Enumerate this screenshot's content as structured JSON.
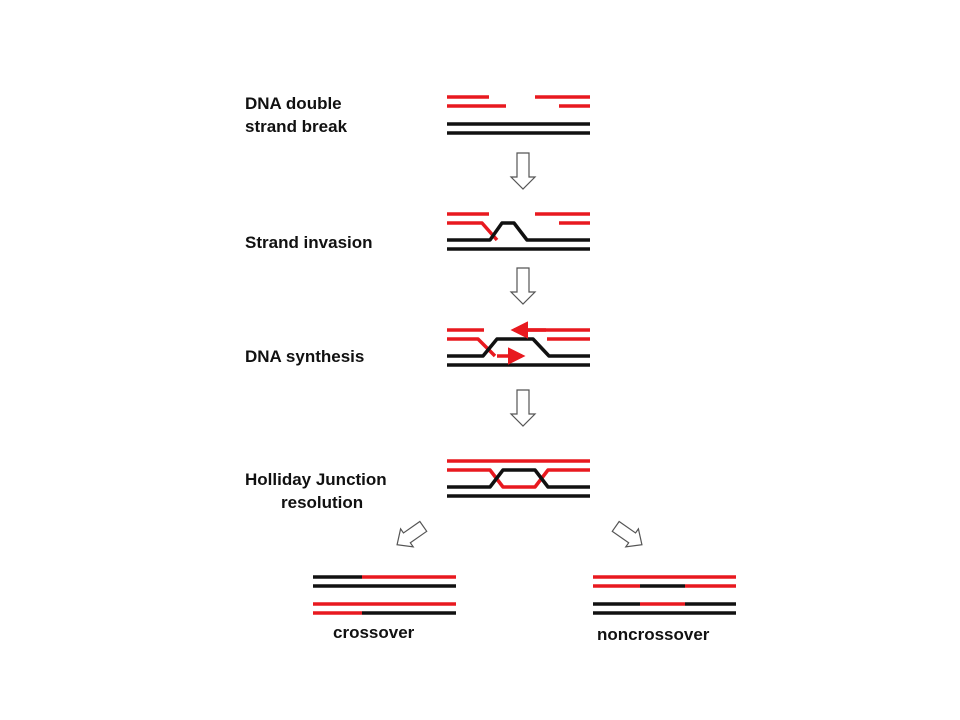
{
  "colors": {
    "red_strand": "#e8191f",
    "black_strand": "#111111",
    "arrow_outline": "#555555",
    "background": "#ffffff"
  },
  "steps": [
    {
      "id": "dsb",
      "line1": "DNA double",
      "line2": "strand break"
    },
    {
      "id": "invasion",
      "line1": "Strand invasion"
    },
    {
      "id": "synthesis",
      "line1": "DNA synthesis"
    },
    {
      "id": "holliday",
      "line1": "Holliday Junction",
      "line2": "resolution"
    }
  ],
  "outcomes": {
    "left": "crossover",
    "right": "noncrossover"
  }
}
